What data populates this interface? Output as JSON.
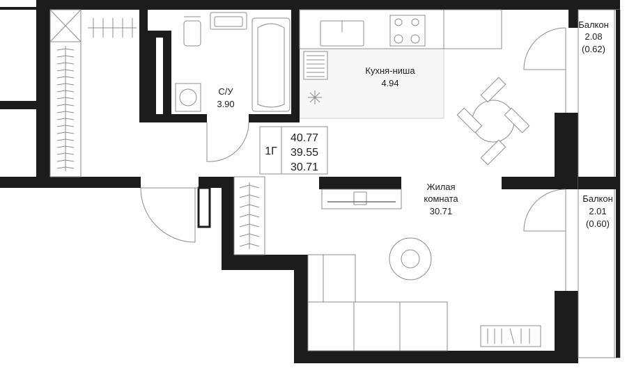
{
  "rooms": {
    "bathroom": {
      "name": "С/У",
      "area": "3.90"
    },
    "kitchen": {
      "name": "Кухня-ниша",
      "area": "4.94"
    },
    "living": {
      "name_line1": "Жилая",
      "name_line2": "комната",
      "area": "30.71"
    },
    "balcony_top": {
      "name": "Балкон",
      "area": "2.08",
      "area_reduced": "(0.62)"
    },
    "balcony_bottom": {
      "name": "Балкон",
      "area": "2.01",
      "area_reduced": "(0.60)"
    }
  },
  "apartment": {
    "type": "1Г",
    "total_area": "40.77",
    "area_without_balcony": "39.55",
    "living_area": "30.71"
  },
  "colors": {
    "wall": "#1c1c1c",
    "line": "#8c8c8c",
    "background": "#ffffff"
  }
}
